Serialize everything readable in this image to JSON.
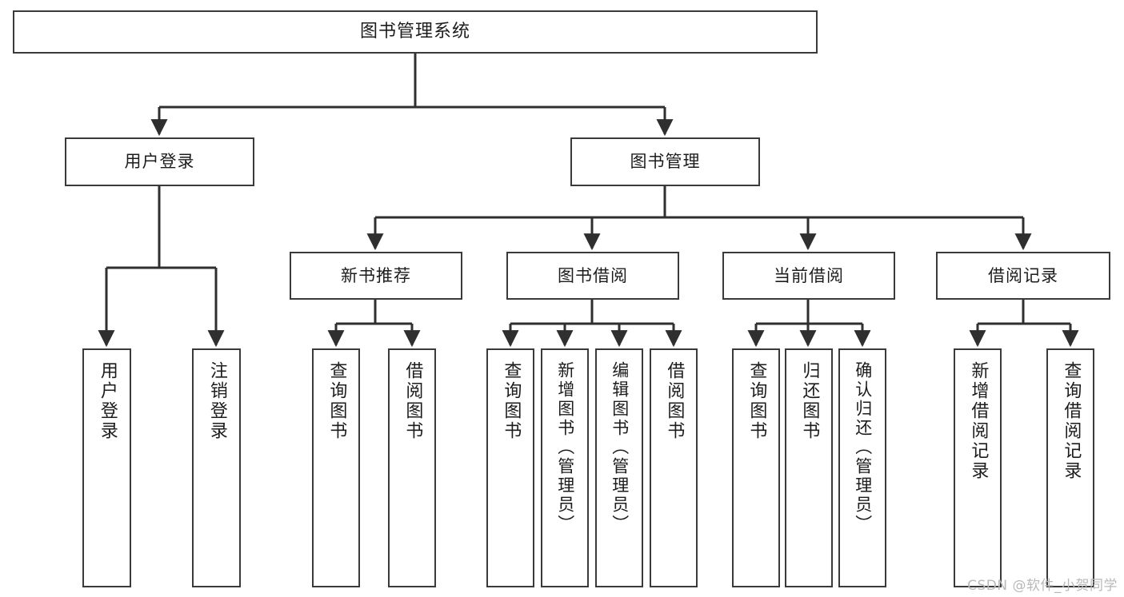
{
  "diagram": {
    "type": "tree-hierarchy",
    "title": "图书管理系统",
    "watermark": "CSDN @软件_小贺同学",
    "colors": {
      "box_border": "#3a3a3a",
      "box_fill": "#ffffff",
      "connector": "#2f2f2f",
      "background": "#ffffff",
      "watermark": "#b9b9b9"
    },
    "nodes": {
      "root": {
        "label": "图书管理系统",
        "level": 0
      },
      "user_login": {
        "label": "用户登录",
        "level": 1
      },
      "book_manage": {
        "label": "图书管理",
        "level": 1
      },
      "new_book_rec": {
        "label": "新书推荐",
        "level": 2
      },
      "book_borrow": {
        "label": "图书借阅",
        "level": 2
      },
      "current_borrow": {
        "label": "当前借阅",
        "level": 2
      },
      "borrow_record": {
        "label": "借阅记录",
        "level": 2
      },
      "leaf_user_login": {
        "label": "用户登录",
        "level": 2
      },
      "leaf_user_logout": {
        "label": "注销登录",
        "level": 2
      },
      "leaf_query_book_1": {
        "label": "查询图书",
        "level": 3
      },
      "leaf_borrow_book_1": {
        "label": "借阅图书",
        "level": 3
      },
      "leaf_query_book_2": {
        "label": "查询图书",
        "level": 3
      },
      "leaf_add_book": {
        "label": "新增图书（管理员）",
        "level": 3
      },
      "leaf_edit_book": {
        "label": "编辑图书（管理员）",
        "level": 3
      },
      "leaf_borrow_book_2": {
        "label": "借阅图书",
        "level": 3
      },
      "leaf_query_book_3": {
        "label": "查询图书",
        "level": 3
      },
      "leaf_return_book": {
        "label": "归还图书",
        "level": 3
      },
      "leaf_confirm_return": {
        "label": "确认归还（管理员）",
        "level": 3
      },
      "leaf_add_record": {
        "label": "新增借阅记录",
        "level": 3
      },
      "leaf_query_record": {
        "label": "查询借阅记录",
        "level": 3
      }
    },
    "edges": [
      {
        "from": "root",
        "to": "user_login"
      },
      {
        "from": "root",
        "to": "book_manage"
      },
      {
        "from": "user_login",
        "to": "leaf_user_login"
      },
      {
        "from": "user_login",
        "to": "leaf_user_logout"
      },
      {
        "from": "book_manage",
        "to": "new_book_rec"
      },
      {
        "from": "book_manage",
        "to": "book_borrow"
      },
      {
        "from": "book_manage",
        "to": "current_borrow"
      },
      {
        "from": "book_manage",
        "to": "borrow_record"
      },
      {
        "from": "new_book_rec",
        "to": "leaf_query_book_1"
      },
      {
        "from": "new_book_rec",
        "to": "leaf_borrow_book_1"
      },
      {
        "from": "book_borrow",
        "to": "leaf_query_book_2"
      },
      {
        "from": "book_borrow",
        "to": "leaf_add_book"
      },
      {
        "from": "book_borrow",
        "to": "leaf_edit_book"
      },
      {
        "from": "book_borrow",
        "to": "leaf_borrow_book_2"
      },
      {
        "from": "current_borrow",
        "to": "leaf_query_book_3"
      },
      {
        "from": "current_borrow",
        "to": "leaf_return_book"
      },
      {
        "from": "current_borrow",
        "to": "leaf_confirm_return"
      },
      {
        "from": "borrow_record",
        "to": "leaf_add_record"
      },
      {
        "from": "borrow_record",
        "to": "leaf_query_record"
      }
    ]
  }
}
